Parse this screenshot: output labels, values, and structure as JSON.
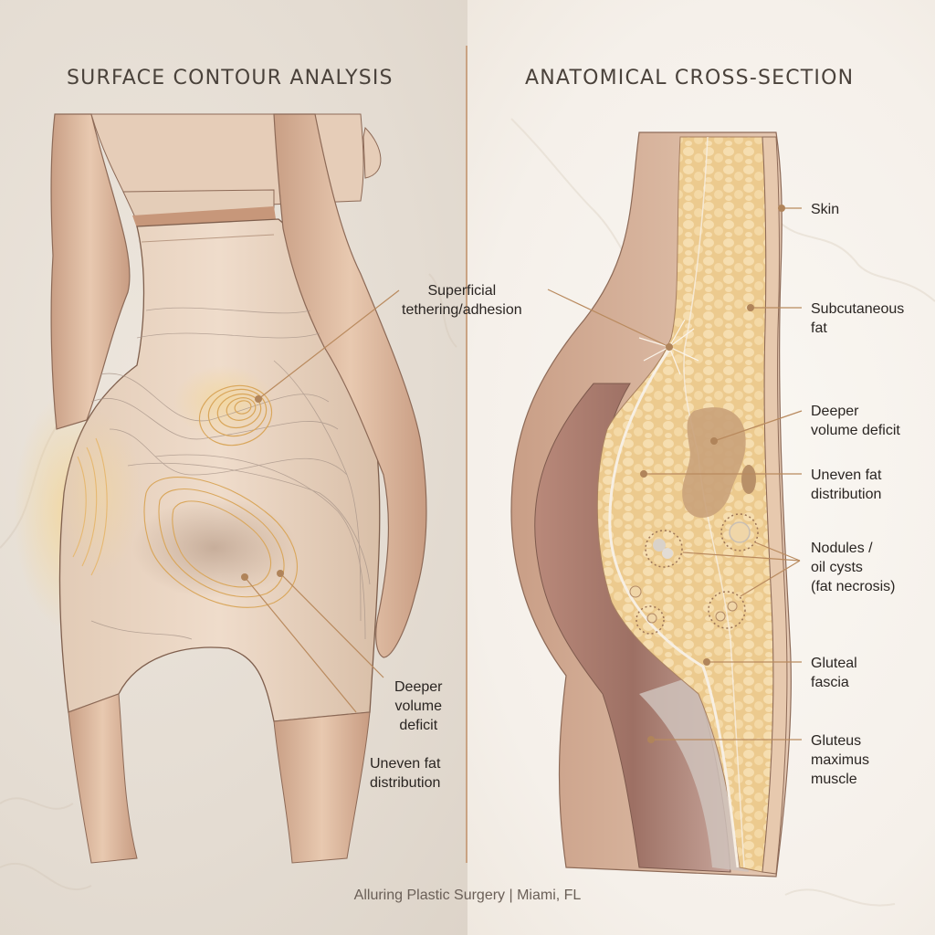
{
  "left_panel": {
    "title": "SURFACE CONTOUR ANALYSIS",
    "labels": {
      "superficial_tethering": "Superficial\ntethering/adhesion",
      "deeper_volume_deficit": "Deeper\nvolume\ndeficit",
      "uneven_fat_distribution": "Uneven fat\ndistribution"
    }
  },
  "right_panel": {
    "title": "ANATOMICAL CROSS-SECTION",
    "labels": {
      "skin": "Skin",
      "subcutaneous_fat": "Subcutaneous\nfat",
      "deeper_volume_deficit": "Deeper\nvolume deficit",
      "uneven_fat_distribution": "Uneven fat\ndistribution",
      "nodules": "Nodules /\noil cysts\n(fat necrosis)",
      "gluteal_fascia": "Gluteal\nfascia",
      "gluteus_maximus": "Gluteus\nmaximus\nmuscle"
    }
  },
  "footer": "Alluring Plastic Surgery | Miami, FL",
  "colors": {
    "leader_line": "#b98a5e",
    "divider": "#c9a383",
    "highlight_gold": "#e0b06a",
    "skin_tone": "#e3c4a8",
    "fat_tone": "#efd29c",
    "muscle_tone": "#a97a6c"
  }
}
